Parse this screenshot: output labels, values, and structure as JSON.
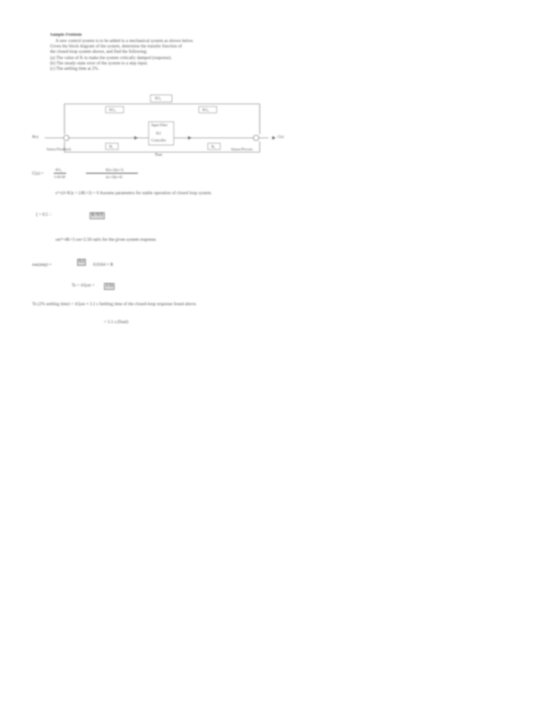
{
  "problem": {
    "title": "Sample Problem",
    "intro_lines": [
      "A new control system is to be added to a mechanical system as shown below.",
      "Given the block diagram of the system, determine the transfer function of",
      "the closed-loop system shown, and find the following:",
      "(a) The value of K to make the system critically damped (response).",
      "(b) The steady-state error of the system to a step input.",
      "(c) The settling time at 2%."
    ]
  },
  "diagram": {
    "top_block": "KG₁",
    "left_mid_block": "KG₂",
    "right_mid_block": "KG₃",
    "center_top_label": "Input Filter",
    "center_label": "f(s)",
    "center_bottom_label": "Controller",
    "center_bottom_sub": "Plant",
    "input_label": "R(s)",
    "output_label": "C(s)",
    "left_bottom_label": "Sensor/Feedback",
    "right_bottom_label": "Sensor/Process",
    "small_block_left": "H₁",
    "small_block_right": "H₂"
  },
  "equations": {
    "eq1_lhs": "C(s) = ",
    "eq1_frac_num": "KG₁",
    "eq1_frac_den": "1+KGH",
    "eq1_rhs_num": "K(s+2)(s+1)",
    "eq1_rhs_den": "s(s+3)(s+4)",
    "line2": "s²+(4+K)s + (4K+3) = 0    Assume parameters for stable operation of closed loop system.",
    "line3_lhs": "ζ = 0.5   ∴",
    "line3_box": "K=0.9",
    "line4": "ωn²=4K+3      ωn=2.58 rad/s for the given system response.",
    "line5_lhs": "ess(step) =",
    "line5_box": "0.2",
    "line5_rhs": "0.0164 × R",
    "line6_lhs": "Ts = 4/ζωn =",
    "line6_box": "3.1s",
    "line7": "Ts (2% settling time) =  4/ζωn  ≈  3.1 s   Settling time of the closed-loop response found above.",
    "line8": "= 3.1 s (final)"
  }
}
